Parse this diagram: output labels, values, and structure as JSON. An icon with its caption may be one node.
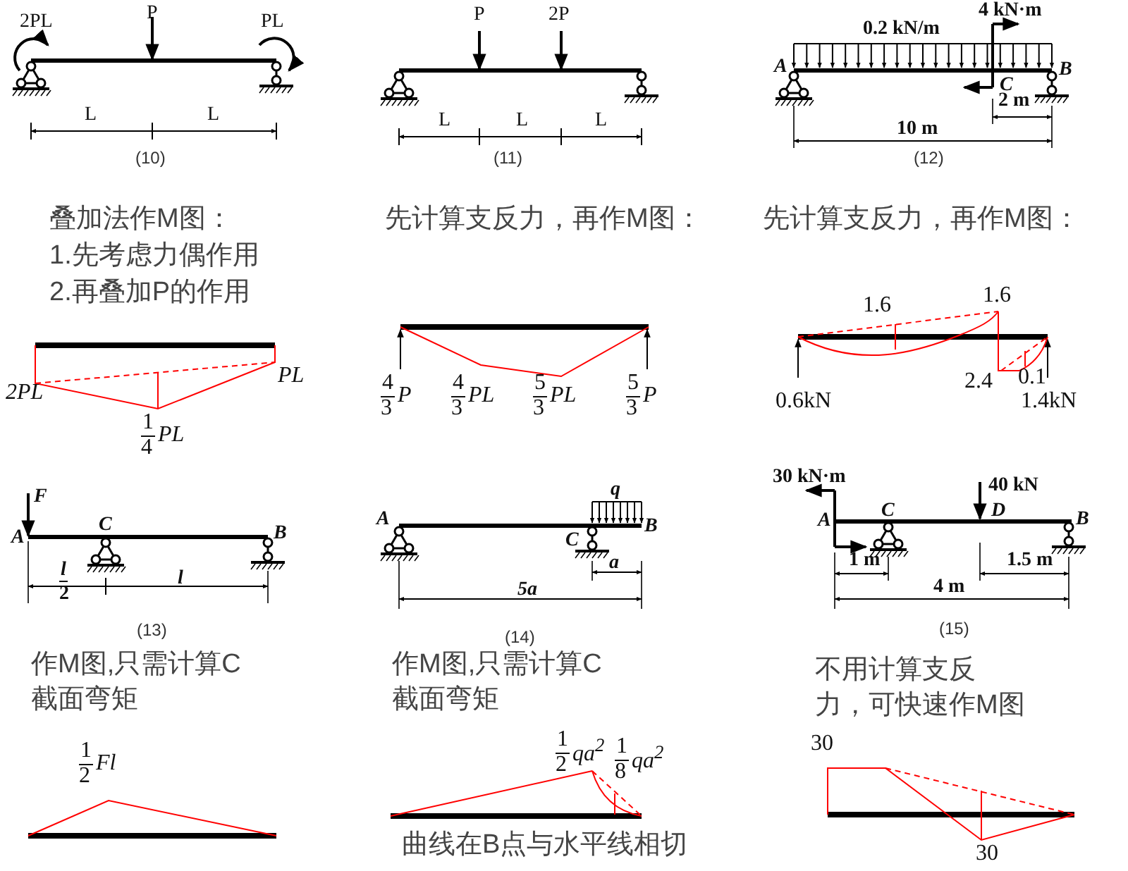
{
  "diagram": {
    "labels": [
      "2PL",
      "P",
      "PL",
      "L",
      "L",
      "(10)",
      "P",
      "2P",
      "L",
      "L",
      "L",
      "(11)",
      "0.2 kN/m",
      "4 kN·m",
      "A",
      "C",
      "B",
      "2 m",
      "10 m",
      "(12)",
      "叠加法作M图：",
      "1.先考虑力偶作用",
      "2.再叠加P的作用",
      "先计算支反力，再作M图：",
      "先计算支反力，再作M图：",
      "2PL",
      "PL",
      "1",
      "4",
      "PL",
      "4",
      "3",
      "P",
      "4",
      "3",
      "PL",
      "5",
      "3",
      "PL",
      "5",
      "3",
      "P",
      "1.6",
      "1.6",
      "2.4",
      "0.1",
      "0.6kN",
      "1.4kN",
      "F",
      "A",
      "C",
      "B",
      "l",
      "2",
      "l",
      "(13)",
      "q",
      "A",
      "C",
      "B",
      "a",
      "5a",
      "(14)",
      "30 kN·m",
      "40 kN",
      "A",
      "C",
      "D",
      "B",
      "1 m",
      "1.5 m",
      "4 m",
      "(15)",
      "作M图,只需计算C截面弯矩",
      "作M图,只需计算C截面弯矩",
      "不用计算支反力，可快速作M图",
      "1",
      "2",
      "Fl",
      "1",
      "2",
      "qa$^{2}$",
      "1",
      "8",
      "qa$^{2}$",
      "曲线在B点与水平线相切",
      "30",
      "30"
    ]
  }
}
